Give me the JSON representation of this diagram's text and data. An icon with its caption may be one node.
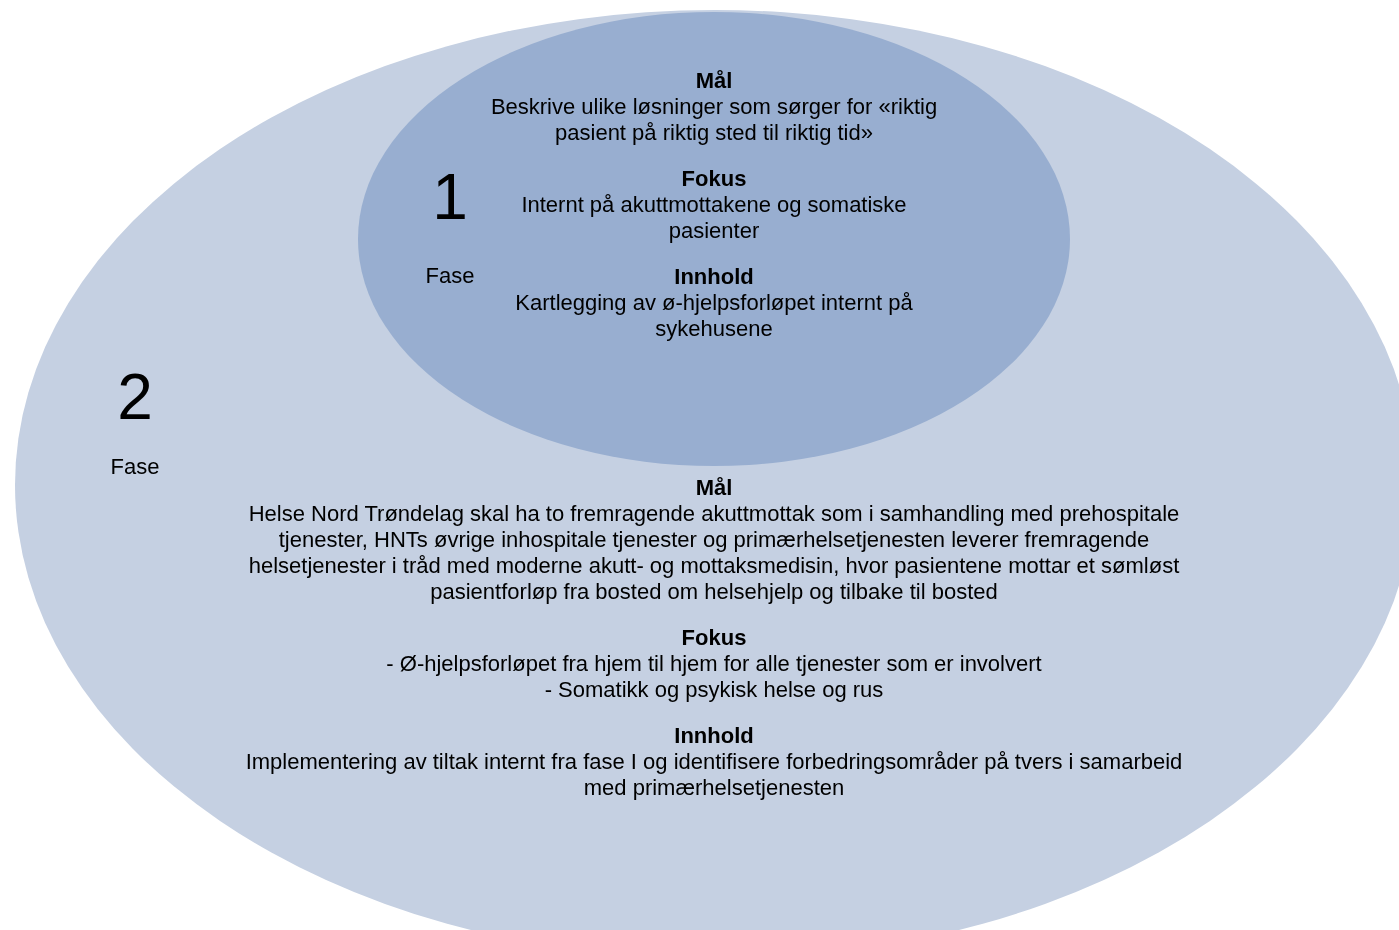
{
  "diagram": {
    "nodes": [
      {
        "text": [
          "2",
          "Fase",
          "Mål",
          "Helse Nord Trøndelag skal ha to fremragende akuttmottak som i samhandling med prehospitale tjenester, HNTs øvrige inhospitale tjenester og primærhelsetjenesten leverer fremragende helsetjenester i tråd med moderne akutt- og mottaksmedisin, hvor pasientene mottar et sømløst pasientforløp fra bosted om helsehjelp og tilbake til bosted",
          "Fokus",
          "- Ø-hjelpsforløpet fra hjem til hjem for alle tjenester som er involvert",
          "- Somatikk og psykisk helse og rus",
          "Innhold",
          "Implementering av tiltak internt fra fase I og identifisere forbedringsområder på tvers i samarbeid med primærhelsetjenesten"
        ]
      },
      {
        "text": [
          "1",
          "Fase",
          "Mål",
          "Beskrive ulike løsninger som sørger for «riktig pasient på riktig sted til riktig tid»",
          "Fokus",
          "Internt på akuttmottakene og somatiske pasienter",
          "Innhold",
          "Kartlegging av ø-hjelpsforløpet internt på sykehusene"
        ],
        "in": 0
      }
    ],
    "edges": []
  }
}
